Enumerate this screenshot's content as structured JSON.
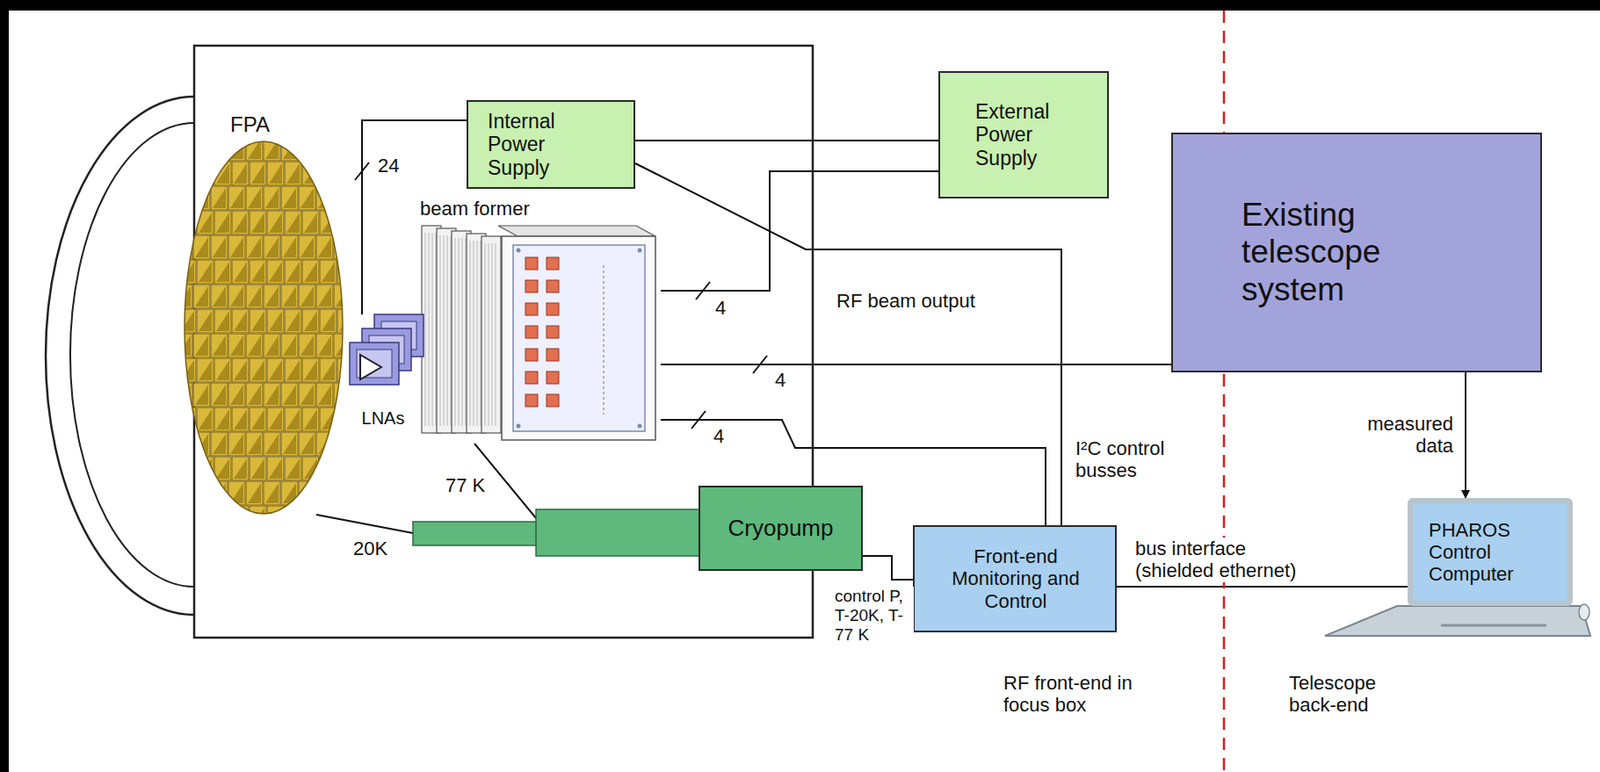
{
  "diagram": {
    "nodes": [
      {
        "text": [
          "FPA"
        ]
      },
      {
        "text": [
          "Internal Power Supply"
        ]
      },
      {
        "text": [
          "External Power Supply"
        ]
      },
      {
        "text": [
          "beam former"
        ]
      },
      {
        "text": [
          "LNAs"
        ]
      },
      {
        "text": [
          "Existing telescope system"
        ]
      },
      {
        "text": [
          "Cryopump"
        ]
      },
      {
        "text": [
          "Front-end Monitoring and Control"
        ]
      },
      {
        "text": [
          "PHAROS Control Computer"
        ]
      }
    ],
    "edges": [
      {
        "from": 1,
        "to": 4,
        "arrow": "none",
        "label": "24"
      },
      {
        "from": 1,
        "to": 2,
        "arrow": "none"
      },
      {
        "from": 3,
        "to": 2,
        "arrow": "none",
        "label": "4"
      },
      {
        "from": 3,
        "to": 5,
        "arrow": "none",
        "label": "RF beam output"
      },
      {
        "from": 3,
        "to": 7,
        "arrow": "none",
        "label": "4"
      },
      {
        "from": 1,
        "to": 7,
        "arrow": "none"
      },
      {
        "from": 0,
        "to": 6,
        "arrow": "none",
        "label": "20K"
      },
      {
        "from": 3,
        "to": 6,
        "arrow": "none"
      },
      {
        "from": 6,
        "to": 7,
        "arrow": "none",
        "label": "control P, T-20K, T-77 K"
      },
      {
        "from": 7,
        "to": 8,
        "arrow": "none",
        "label": "bus interface (shielded ethernet)"
      },
      {
        "from": 5,
        "to": 8,
        "arrow": "to",
        "label": "measured data"
      }
    ],
    "labels": [
      "4",
      "77 K",
      "I²C control busses",
      "RF front-end in focus box",
      "Telescope back-end"
    ]
  }
}
